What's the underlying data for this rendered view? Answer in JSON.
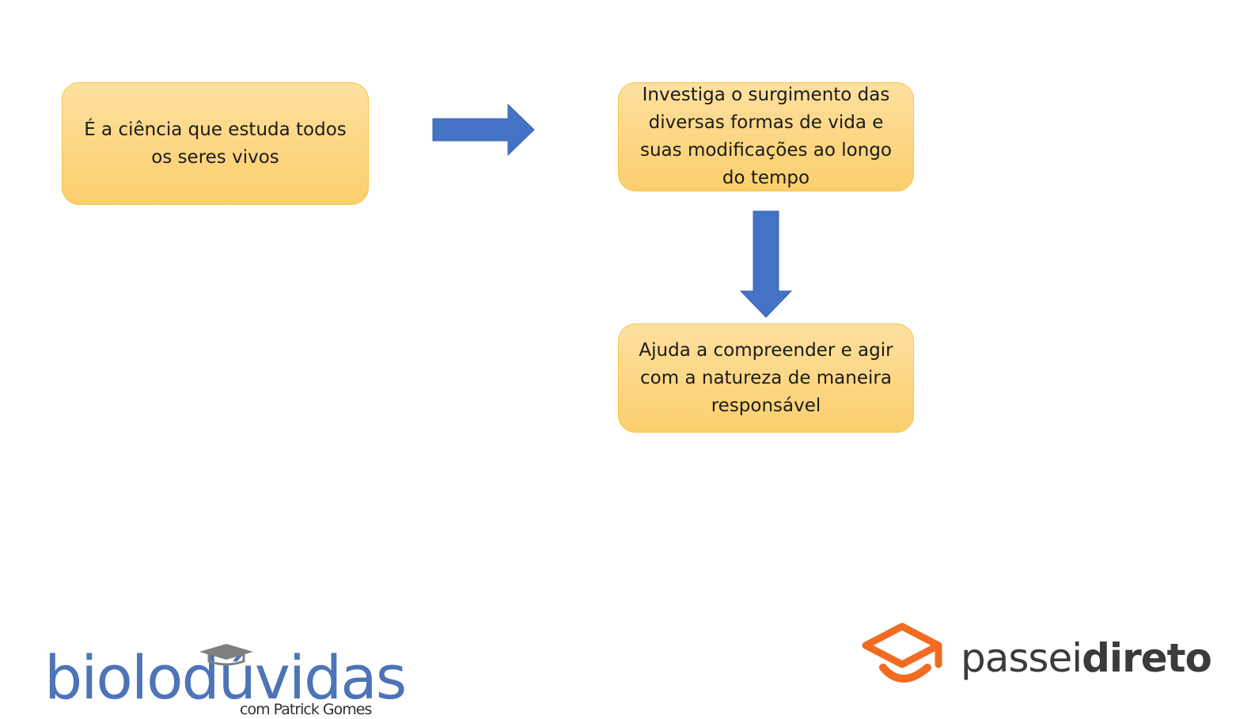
{
  "diagram": {
    "nodes": [
      {
        "id": "definition",
        "text": "É a ciência que estuda todos\nos seres  vivos"
      },
      {
        "id": "investigation",
        "text": "Investiga o surgimento das\ndiversas formas  de vida e\nsuas modificações ao longo\ndo tempo"
      },
      {
        "id": "purpose",
        "text": "Ajuda a compreender e agir\ncom a natureza de maneira\nresponsável"
      }
    ],
    "edges": [
      {
        "from": "definition",
        "to": "investigation",
        "direction": "right"
      },
      {
        "from": "investigation",
        "to": "purpose",
        "direction": "down"
      }
    ],
    "colors": {
      "box_fill": "#fcd683",
      "box_border": "#f6c443",
      "arrow": "#4472c4"
    }
  },
  "logos": {
    "biloduvidas": {
      "wordmark": "biolodúvidas",
      "tagline": "com Patrick Gomes",
      "color": "#4d74b6"
    },
    "passeidireto": {
      "text_light": "passei",
      "text_bold": "direto",
      "mark_color": "#f26b21"
    }
  }
}
